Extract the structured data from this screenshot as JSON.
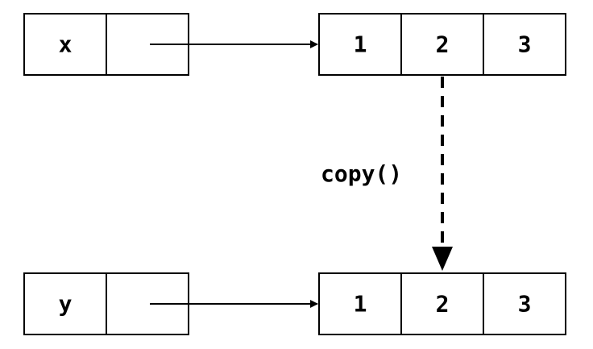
{
  "variables": [
    {
      "name": "x",
      "values": [
        "1",
        "2",
        "3"
      ]
    },
    {
      "name": "y",
      "values": [
        "1",
        "2",
        "3"
      ]
    }
  ],
  "copy_label": "copy()",
  "colors": {
    "stroke": "#000000",
    "fill": "#ffffff"
  }
}
